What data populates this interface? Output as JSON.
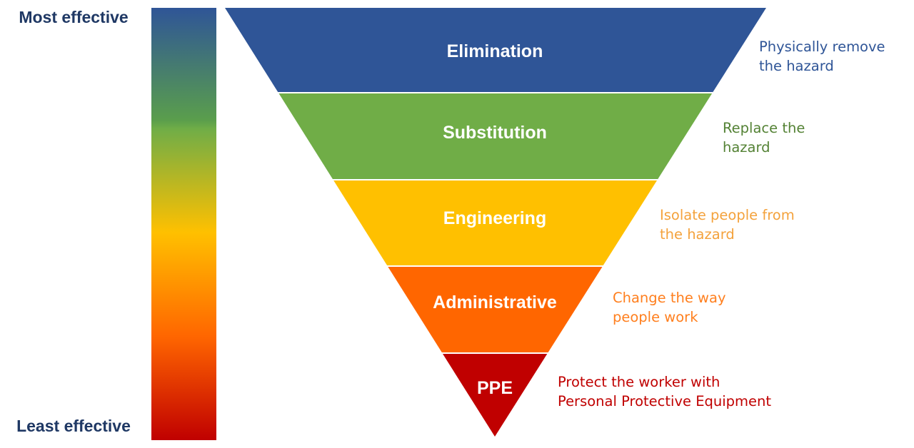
{
  "scale": {
    "top_label": "Most effective",
    "bottom_label": "Least effective",
    "gradient_colors": [
      "#2f5597",
      "#5a9e4c",
      "#70ad47",
      "#ffc000",
      "#ff6600",
      "#c00000"
    ]
  },
  "levels": [
    {
      "name": "Elimination",
      "color": "#2f5597",
      "description": [
        "Physically remove",
        "the hazard"
      ],
      "desc_color": "#2f5597"
    },
    {
      "name": "Substitution",
      "color": "#70ad47",
      "description": [
        "Replace the",
        "hazard"
      ],
      "desc_color": "#548235"
    },
    {
      "name": "Engineering",
      "color": "#ffc000",
      "description": [
        "Isolate people from",
        "the hazard"
      ],
      "desc_color": "#f4a23c"
    },
    {
      "name": "Administrative",
      "color": "#ff6600",
      "description": [
        "Change the way",
        "people work"
      ],
      "desc_color": "#ff7f1e"
    },
    {
      "name": "PPE",
      "color": "#c00000",
      "description": [
        "Protect the worker with",
        "Personal Protective Equipment"
      ],
      "desc_color": "#c00000"
    }
  ]
}
